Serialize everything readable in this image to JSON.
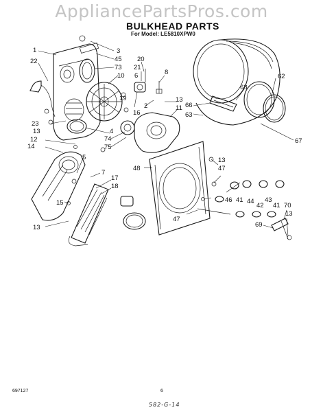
{
  "watermark": "AppliancePartsPros.com",
  "header": {
    "title": "BULKHEAD PARTS",
    "model": "For Model: LE5810XPW0"
  },
  "footer": {
    "doc_number": "697127",
    "page_number": "6",
    "code": "582-G-14"
  },
  "callouts": [
    "1",
    "22",
    "3",
    "45",
    "73",
    "10",
    "20",
    "21",
    "6",
    "8",
    "23",
    "13",
    "19",
    "16",
    "13",
    "11",
    "2",
    "4",
    "12",
    "74",
    "75",
    "14",
    "5",
    "7",
    "17",
    "18",
    "15",
    "13",
    "48",
    "47",
    "13",
    "46",
    "41",
    "44",
    "42",
    "43",
    "41",
    "70",
    "13",
    "69",
    "47",
    "62",
    "68",
    "66",
    "63",
    "67"
  ]
}
